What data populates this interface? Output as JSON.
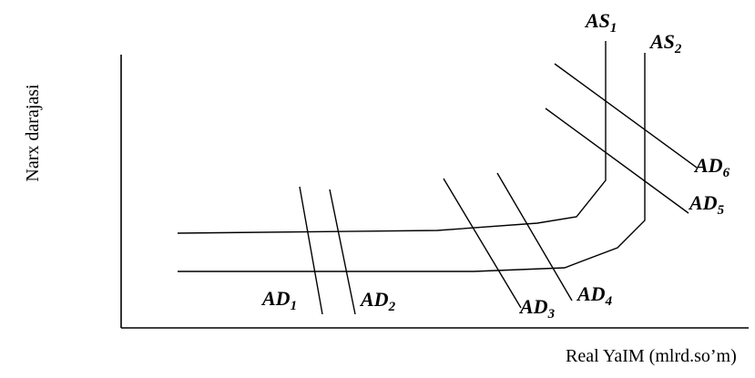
{
  "axes": {
    "y_label": "Narx darajasi",
    "x_label": "Real YaIM (mlrd.so’m)"
  },
  "curves": {
    "as1": {
      "base": "AS",
      "sub": "1"
    },
    "as2": {
      "base": "AS",
      "sub": "2"
    },
    "ad1": {
      "base": "AD",
      "sub": "1"
    },
    "ad2": {
      "base": "AD",
      "sub": "2"
    },
    "ad3": {
      "base": "AD",
      "sub": "3"
    },
    "ad4": {
      "base": "AD",
      "sub": "4"
    },
    "ad5": {
      "base": "AD",
      "sub": "5"
    },
    "ad6": {
      "base": "AD",
      "sub": "6"
    }
  }
}
